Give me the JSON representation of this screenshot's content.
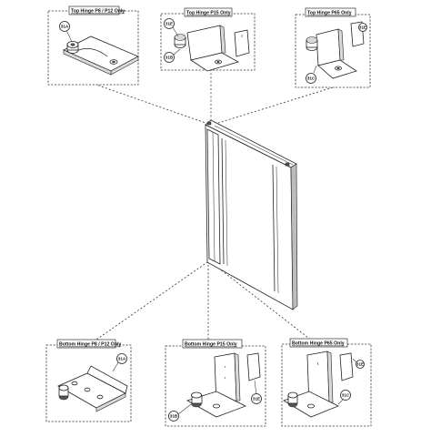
{
  "panels": {
    "top_p8_p12": {
      "title": "Top Hinge P8 / P12 Only",
      "callouts": [
        "31A"
      ]
    },
    "top_p15": {
      "title": "Top Hinge P15 Only",
      "callouts": [
        "31E",
        "31B"
      ]
    },
    "top_p65": {
      "title": "Top Hinge P65 Only",
      "callouts": [
        "31E",
        "31C"
      ]
    },
    "bottom_p8_p12": {
      "title": "Bottom Hinge P8 / P12 Only",
      "callouts": [
        "31A"
      ]
    },
    "bottom_p15": {
      "title": "Bottom Hinge P15 Only",
      "callouts": [
        "31B",
        "31E"
      ]
    },
    "bottom_p65": {
      "title": "Bottom Hinge P65 Only",
      "callouts": [
        "31E",
        "31C"
      ]
    }
  }
}
